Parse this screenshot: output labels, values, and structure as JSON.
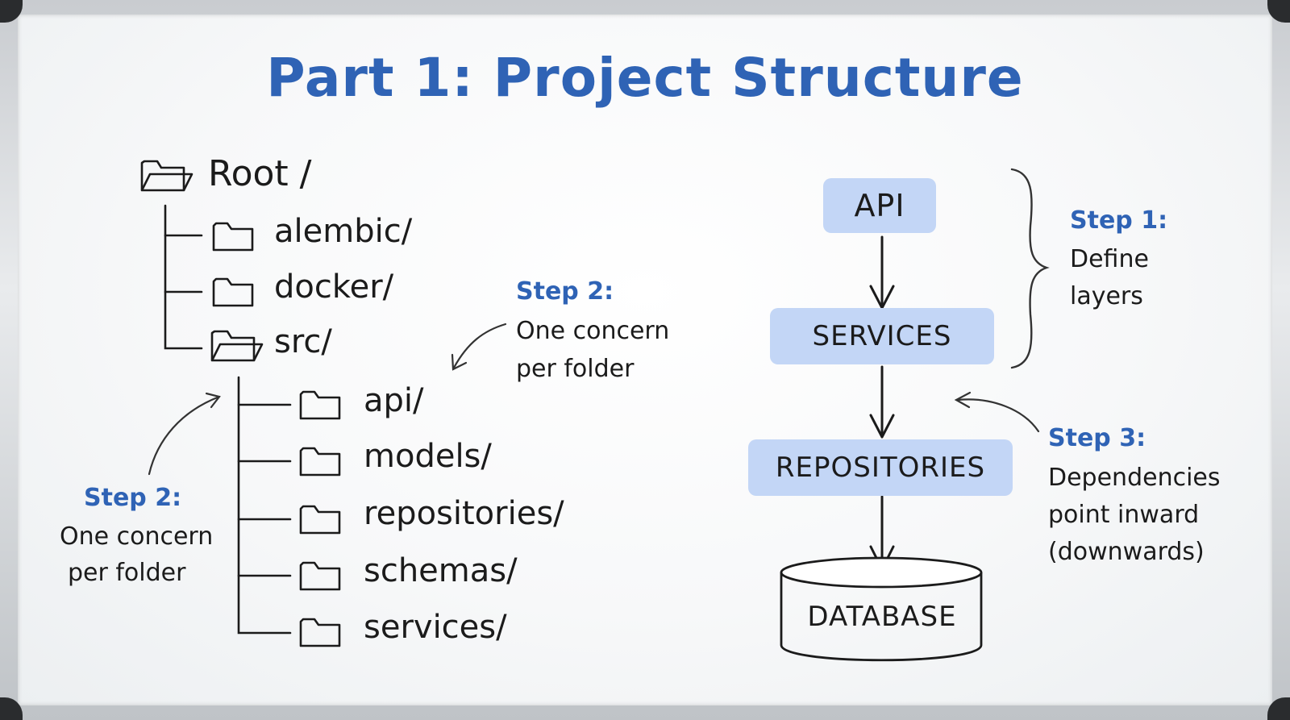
{
  "title": "Part 1: Project Structure",
  "tree": {
    "root": "Root /",
    "top_level": [
      "alembic/",
      "docker/",
      "src/"
    ],
    "src_children": [
      "api/",
      "models/",
      "repositories/",
      "schemas/",
      "services/"
    ]
  },
  "annotations": {
    "step2_left": {
      "head": "Step 2:",
      "line1": "One concern",
      "line2": "per folder"
    },
    "step2_mid": {
      "head": "Step 2:",
      "line1": "One concern",
      "line2": "per folder"
    },
    "step1": {
      "head": "Step 1:",
      "line1": "Define",
      "line2": "layers"
    },
    "step3": {
      "head": "Step 3:",
      "line1": "Dependencies",
      "line2": "point inward",
      "line3": "(downwards)"
    }
  },
  "layers": [
    "API",
    "SERVICES",
    "REPOSITORIES"
  ],
  "database": "DATABASE",
  "colors": {
    "accent": "#2f63b5",
    "layer_fill": "#c3d6f6",
    "ink": "#1b1b1b"
  }
}
